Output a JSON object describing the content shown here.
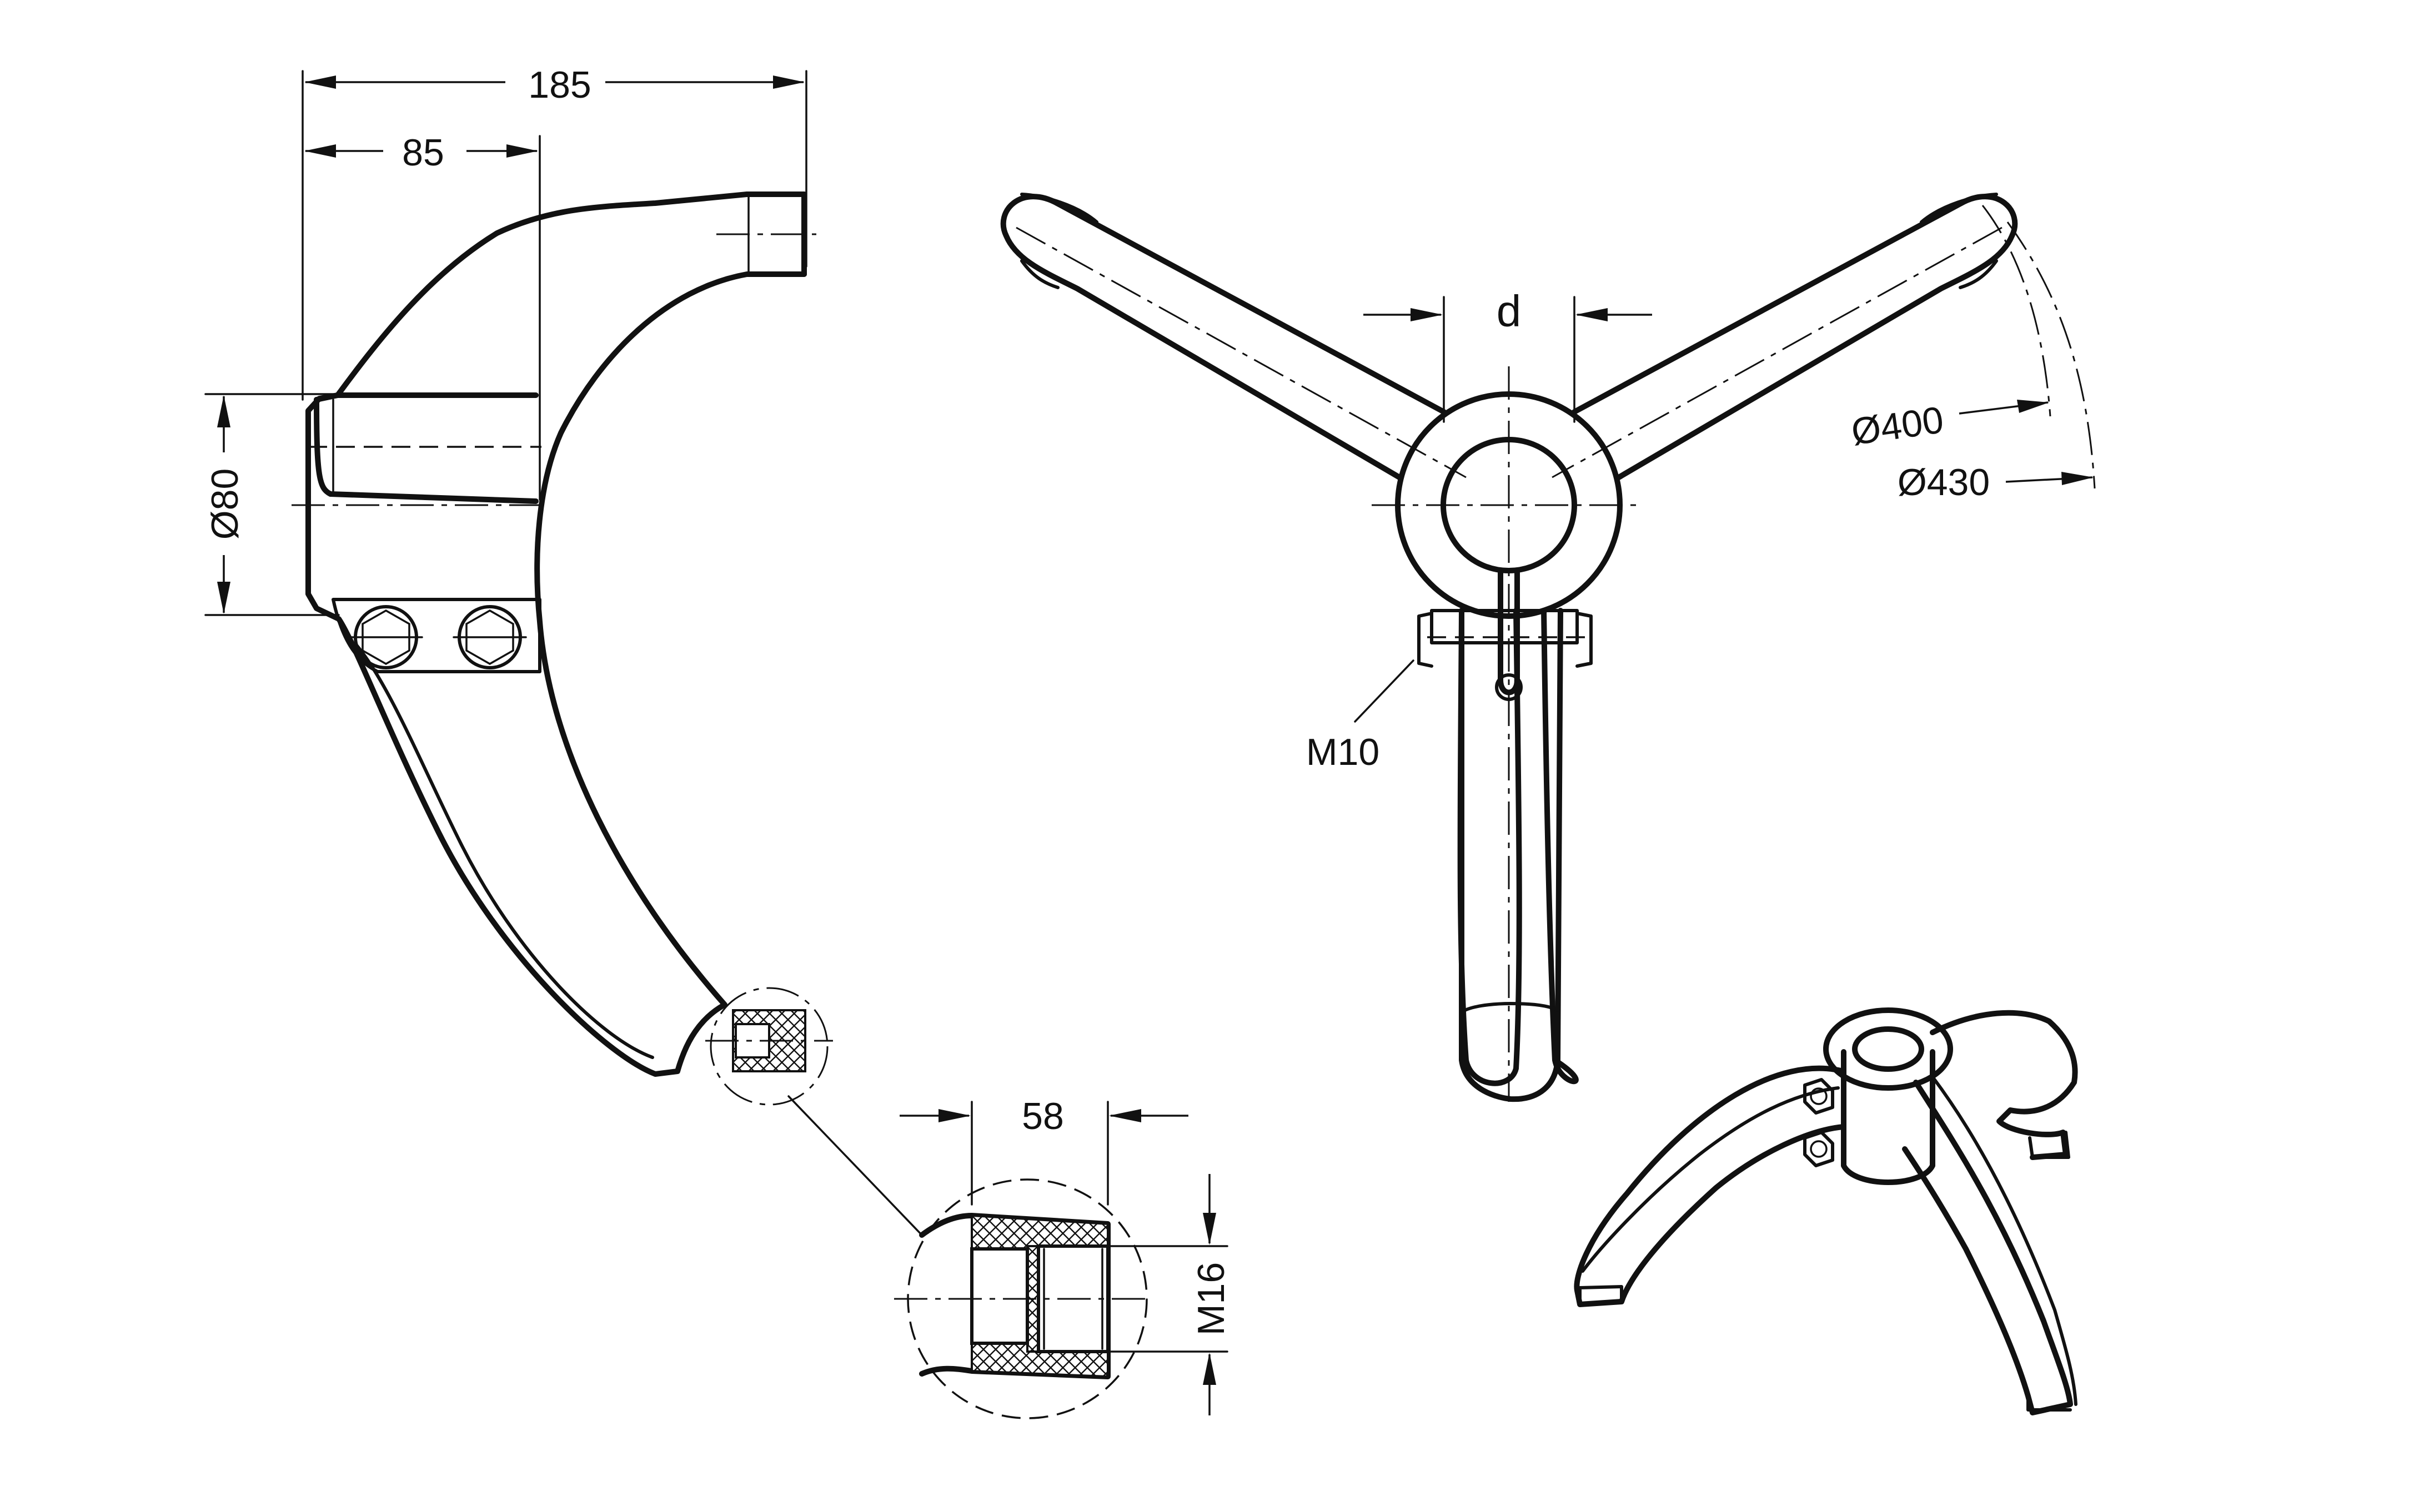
{
  "drawing": {
    "dim_overall_width": "185",
    "dim_offset": "85",
    "dim_hub_diameter": "Ø80",
    "dim_bore": "d",
    "dim_diameter_400": "Ø400",
    "dim_diameter_430": "Ø430",
    "dim_clamp_screw": "M10",
    "dim_insert_length": "58",
    "dim_thread": "M16"
  }
}
